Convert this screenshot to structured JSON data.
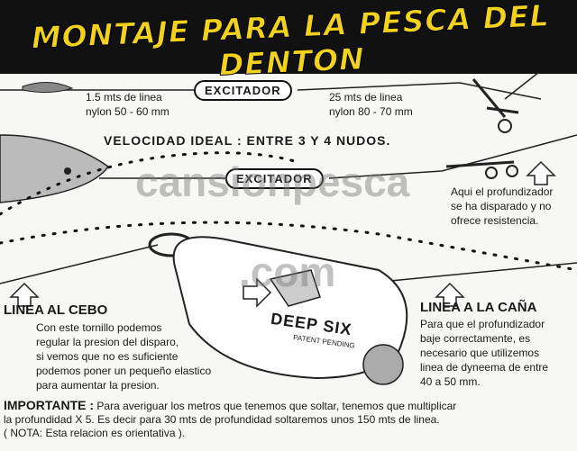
{
  "title": "MONTAJE PARA LA PESCA DEL DENTON",
  "top_rig": {
    "excitador_label": "EXCITADOR",
    "left_line": [
      "1.5 mts de linea",
      "nylon 50 - 60 mm"
    ],
    "right_line": [
      "25 mts de linea",
      "nylon 80 - 70 mm"
    ]
  },
  "speed_note": "VELOCIDAD IDEAL : ENTRE 3 Y 4 NUDOS.",
  "middle_rig": {
    "excitador_label": "EXCITADOR",
    "triggered_note": [
      "Aqui el profundizador",
      "se ha disparado y no",
      "ofrece resistencia."
    ]
  },
  "watermark": {
    "line1": "cansionpesca",
    "line2": ".com"
  },
  "device_label": "DEEP SIX",
  "device_sublabel": "PATENT PENDING",
  "linea_cebo": {
    "heading": "LINEA AL CEBO",
    "text": [
      "Con este tornillo podemos",
      "regular la presion del disparo,",
      "si vemos que no es suficiente",
      "podemos poner un pequeño elastico",
      "para aumentar la presion."
    ]
  },
  "linea_cana": {
    "heading": "LINEA A LA CAÑA",
    "text": [
      "Para que el profundizador",
      "baje correctamente, es",
      "necesario que utilizemos",
      "linea de dyneema de entre",
      "40 a 50 mm."
    ]
  },
  "importante": {
    "label": "IMPORTANTE :",
    "line1": " Para averiguar los metros que tenemos que soltar, tenemos que multiplicar",
    "line2": "la profundidad X 5. Es decir para 30 mts de profundidad soltaremos unos 150 mts de linea.",
    "line3": "( NOTA: Esta relacion es orientativa )."
  }
}
